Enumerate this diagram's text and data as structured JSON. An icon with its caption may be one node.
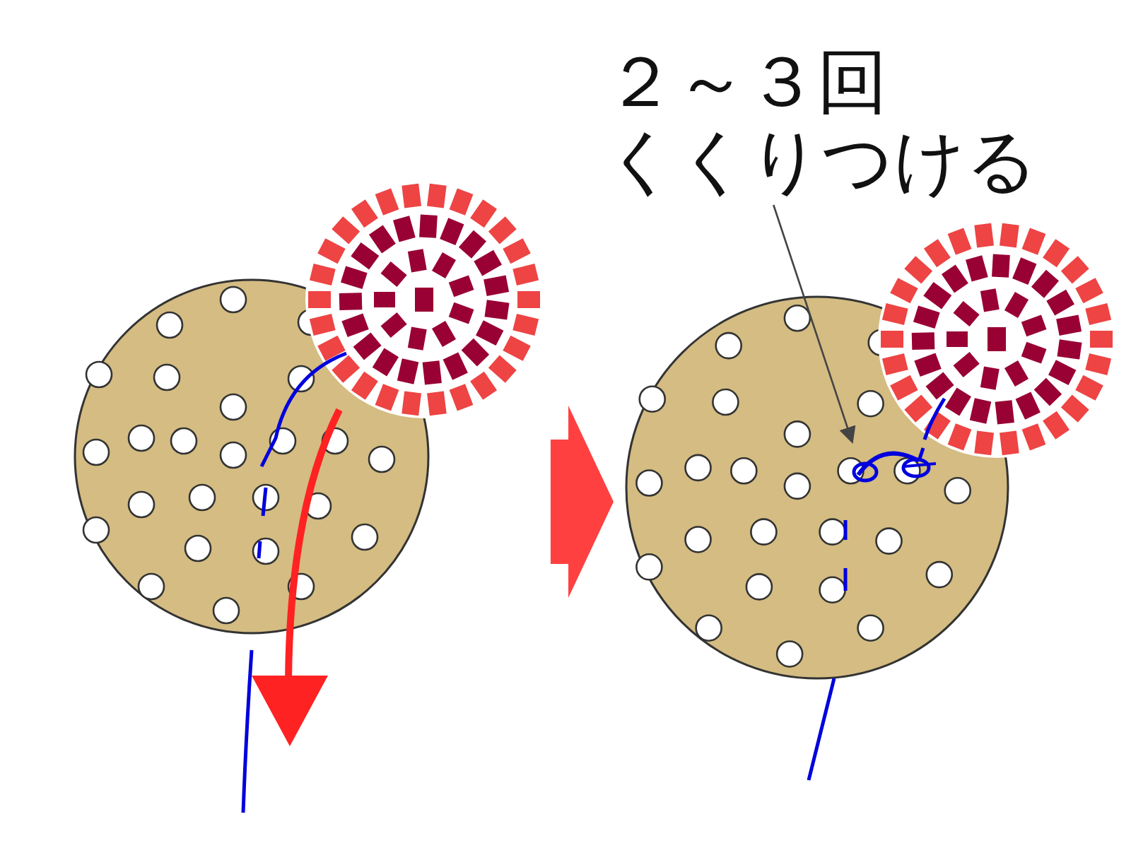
{
  "diagram": {
    "nodes": [
      {
        "text": [],
        "shape": "picture"
      },
      {
        "text": [],
        "shape": "picture"
      },
      {
        "text": [
          "２～３回くくりつける"
        ]
      },
      {
        "text": [],
        "shape": "picture",
        "in": 1
      }
    ],
    "edges": [
      {
        "from": 0,
        "to": 1,
        "arrow": "to",
        "style": "thick",
        "color": "#ff4040"
      },
      {
        "from": 2,
        "to": 3,
        "arrow": "to",
        "color": "#444444"
      }
    ]
  }
}
